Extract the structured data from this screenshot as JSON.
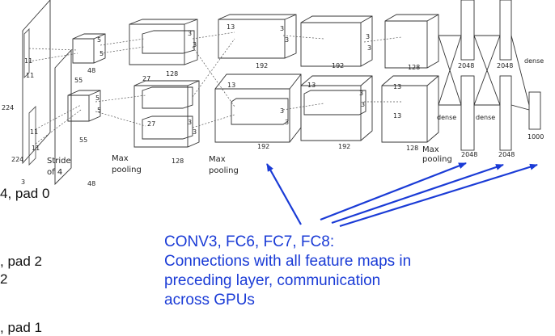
{
  "diagram": {
    "labels": {
      "in_224_side": "224",
      "in_224_bottom": "224",
      "in_3": "3",
      "k11_a": "11",
      "k11_b": "11",
      "k11_c": "11",
      "k11_d": "11",
      "c1_55_top": "55",
      "c1_55_mid": "55",
      "c1_48_top": "48",
      "c1_48_bottom": "48",
      "c1_k5_a": "5",
      "c1_k5_b": "5",
      "c1_k5_c": "5",
      "c1_k5_d": "5",
      "stride_line1": "Stride",
      "stride_line2": "of 4",
      "pool1_line1": "Max",
      "pool1_line2": "pooling",
      "c2_27_top": "27",
      "c2_27_bottom": "27",
      "c2_128_top": "128",
      "c2_128_bottom": "128",
      "c2_k3_a": "3",
      "c2_k3_b": "3",
      "c2_k3_c": "3",
      "c2_k3_d": "3",
      "pool2_line1": "Max",
      "pool2_line2": "pooling",
      "c3_192_top": "192",
      "c3_192_bottom": "192",
      "c3_13_a": "13",
      "c3_13_b": "13",
      "c3_k3_a": "3",
      "c3_k3_b": "3",
      "c3_k3_c": "3",
      "c3_k3_d": "3",
      "c4_192_top": "192",
      "c4_192_bottom": "192",
      "c4_13": "13",
      "c4_k3_a": "3",
      "c4_k3_b": "3",
      "c4_k3_c": "3",
      "c4_k3_d": "3",
      "c5_128_top": "128",
      "c5_128_bottom": "128",
      "c5_13_a": "13",
      "c5_13_b": "13",
      "pool3_line1": "Max",
      "pool3_line2": "pooling",
      "dense_a": "dense",
      "dense_b": "dense",
      "dense_c": "dense",
      "fc6_2048_top": "2048",
      "fc6_2048_bottom": "2048",
      "fc7_2048_top": "2048",
      "fc7_2048_bottom": "2048",
      "fc8_1000": "1000"
    }
  },
  "side_notes": [
    "4, pad 0",
    ", pad 2",
    "2",
    ", pad 1"
  ],
  "caption": {
    "lines": [
      "CONV3, FC6, FC7, FC8:",
      "Connections with all feature maps in",
      "preceding layer, communication",
      "across GPUs"
    ],
    "color": "#1a3bd6"
  }
}
